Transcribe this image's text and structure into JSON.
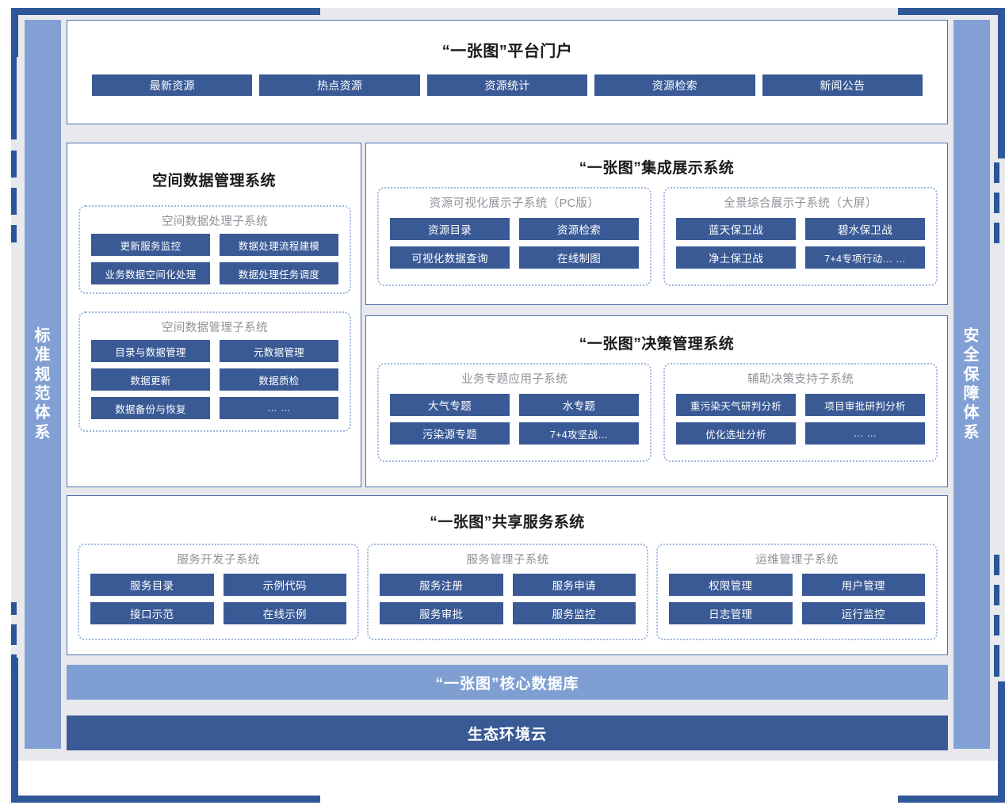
{
  "frame": {
    "left_label": "标准规范体系",
    "right_label": "安全保障体系"
  },
  "portal": {
    "title": "“一张图”平台门户",
    "nav": [
      {
        "label": "最新资源"
      },
      {
        "label": "热点资源"
      },
      {
        "label": "资源统计"
      },
      {
        "label": "资源检索"
      },
      {
        "label": "新闻公告"
      }
    ]
  },
  "spatial": {
    "title": "空间数据管理系统",
    "groups": [
      {
        "title": "空间数据处理子系统",
        "items": [
          "更新服务监控",
          "数据处理流程建模",
          "业务数据空间化处理",
          "数据处理任务调度"
        ]
      },
      {
        "title": "空间数据管理子系统",
        "items": [
          "目录与数据管理",
          "元数据管理",
          "数据更新",
          "数据质检",
          "数据备份与恢复",
          "… …"
        ]
      }
    ]
  },
  "integrated": {
    "title": "“一张图”集成展示系统",
    "groups": [
      {
        "title": "资源可视化展示子系统（PC版）",
        "items": [
          "资源目录",
          "资源检索",
          "可视化数据查询",
          "在线制图"
        ]
      },
      {
        "title": "全景综合展示子系统（大屏）",
        "items": [
          "蓝天保卫战",
          "碧水保卫战",
          "净土保卫战",
          "7+4专项行动… …"
        ]
      }
    ]
  },
  "decision": {
    "title": "“一张图”决策管理系统",
    "groups": [
      {
        "title": "业务专题应用子系统",
        "items": [
          "大气专题",
          "水专题",
          "污染源专题",
          "7+4攻坚战…"
        ]
      },
      {
        "title": "辅助决策支持子系统",
        "items": [
          "重污染天气研判分析",
          "项目审批研判分析",
          "优化选址分析",
          "… …"
        ]
      }
    ]
  },
  "shared": {
    "title": "“一张图”共享服务系统",
    "groups": [
      {
        "title": "服务开发子系统",
        "items": [
          "服务目录",
          "示例代码",
          "接口示范",
          "在线示例"
        ]
      },
      {
        "title": "服务管理子系统",
        "items": [
          "服务注册",
          "服务申请",
          "服务审批",
          "服务监控"
        ]
      },
      {
        "title": "运维管理子系统",
        "items": [
          "权限管理",
          "用户管理",
          "日志管理",
          "运行监控"
        ]
      }
    ]
  },
  "bars": {
    "core_db": "“一张图”核心数据库",
    "eco_cloud": "生态环境云"
  },
  "colors": {
    "button_blue": "#3a5a96",
    "accent_light_blue": "#7f9fd3",
    "panel_border": "#4a6fae",
    "subgroup_border": "#9fb6dd",
    "background_gray": "#e8e9ed"
  }
}
